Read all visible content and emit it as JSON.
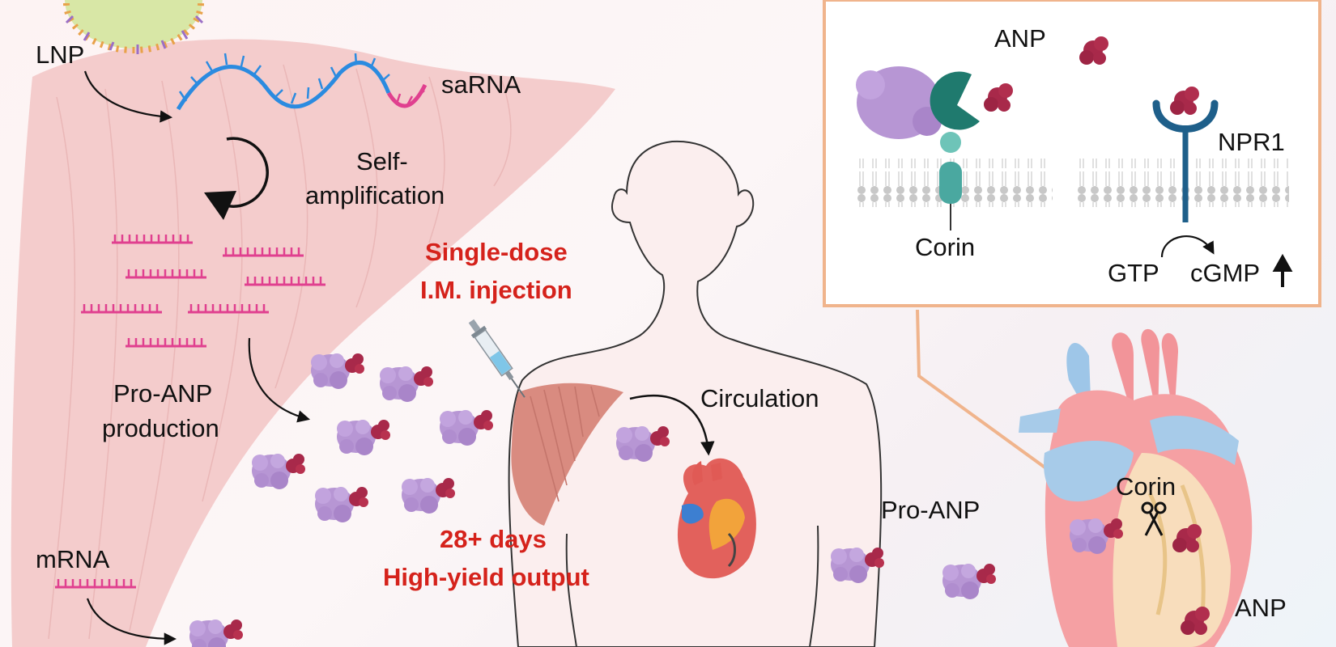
{
  "labels": {
    "lnp": "LNP",
    "sarna": "saRNA",
    "self_amp_line1": "Self-",
    "self_amp_line2": "amplification",
    "pro_anp_prod_line1": "Pro-ANP",
    "pro_anp_prod_line2": "production",
    "mrna": "mRNA",
    "dose_line1": "Single-dose",
    "dose_line2": "I.M. injection",
    "output_line1": "28+ days",
    "output_line2": "High-yield output",
    "circulation": "Circulation",
    "pro_anp": "Pro-ANP",
    "corin_heart": "Corin",
    "anp_heart": "ANP"
  },
  "inset": {
    "anp": "ANP",
    "npr1": "NPR1",
    "corin": "Corin",
    "gtp": "GTP",
    "cgmp": "cGMP"
  },
  "colors": {
    "accent_red": "#d5221b",
    "muscle_pink": "#f2c4c4",
    "sarna_blue": "#2b8be0",
    "rna_magenta": "#e0408f",
    "protein_purple": "#b796d4",
    "anp_maroon": "#a8294a",
    "corin_teal": "#1f7a6e",
    "npr1_blue": "#1e5f8a",
    "inset_border": "#f0b48c"
  }
}
